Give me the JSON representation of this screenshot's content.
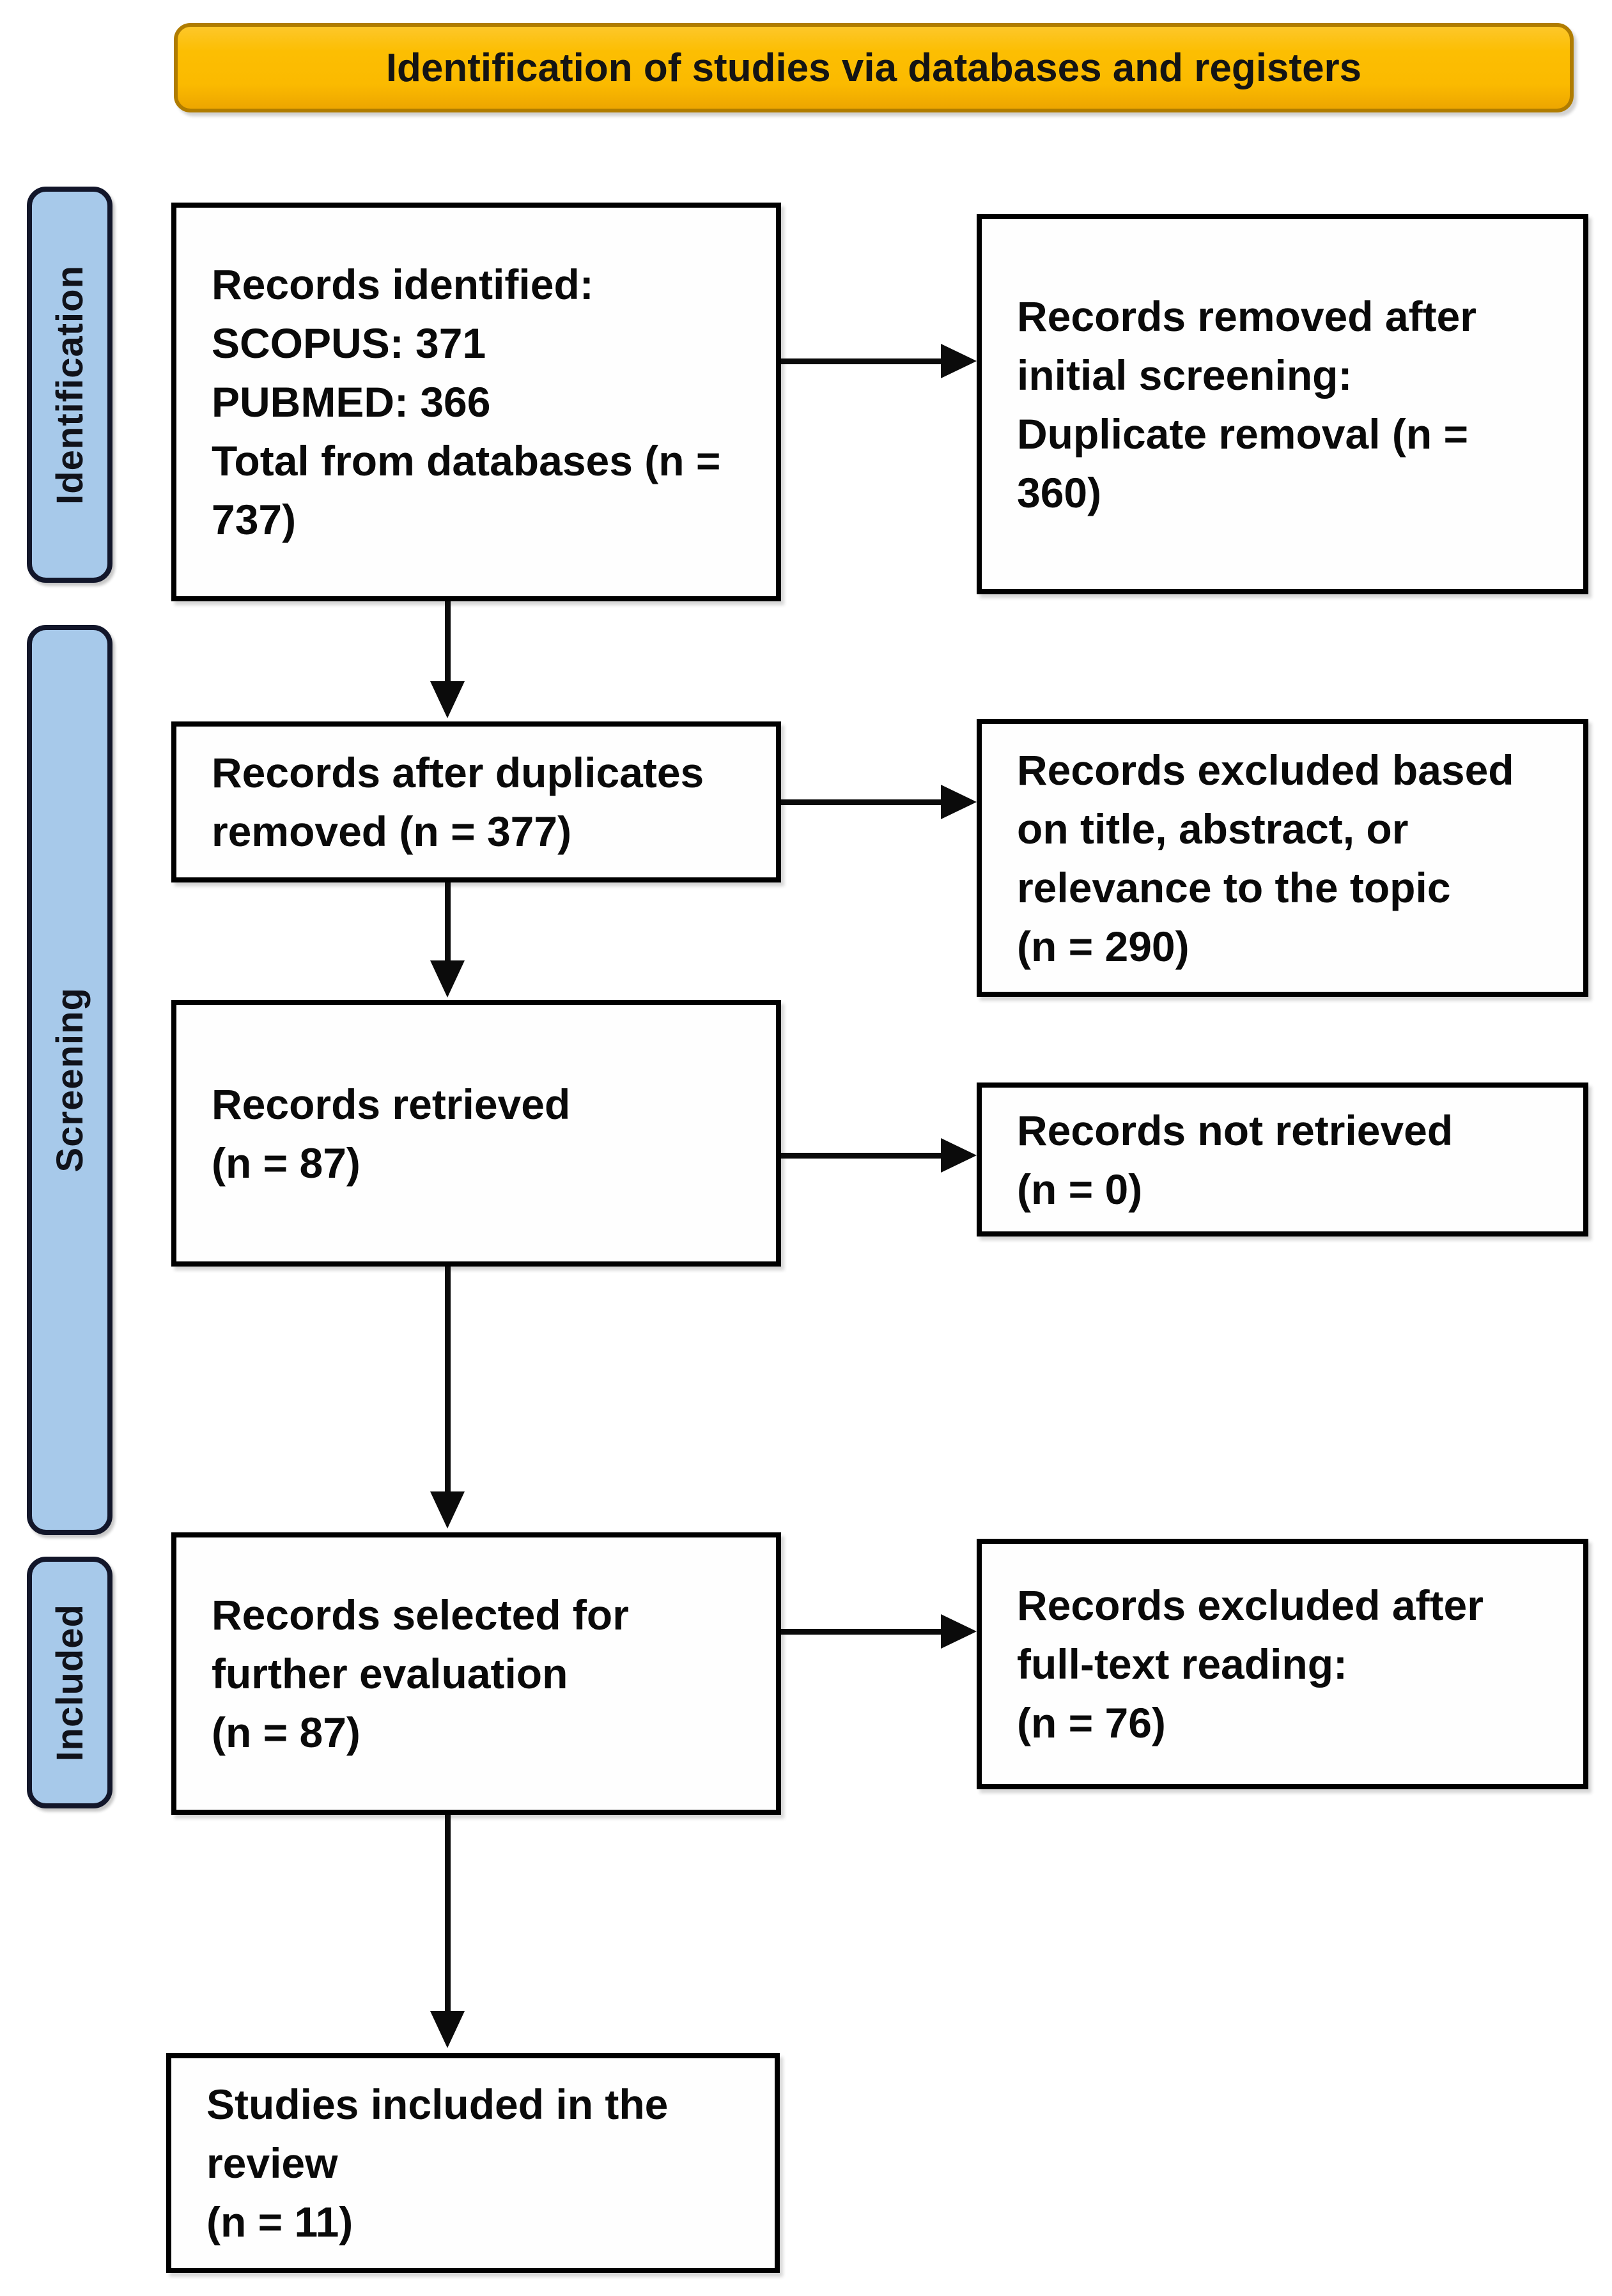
{
  "banner": {
    "label": "Identification of studies via databases and registers"
  },
  "stages": {
    "identification": "Identification",
    "screening": "Screening",
    "included": "Included"
  },
  "boxes": {
    "records_identified": "Records identified:\nSCOPUS: 371\nPUBMED: 366\nTotal from databases (n =\n737)",
    "records_removed": "Records removed after\ninitial screening:\nDuplicate removal (n =\n360)",
    "records_after_duplicates": "Records after duplicates\nremoved (n = 377)",
    "records_excluded_title": "Records excluded based\non title, abstract, or\nrelevance to the topic\n(n = 290)",
    "records_retrieved": "Records retrieved\n(n = 87)",
    "records_not_retrieved": "Records not retrieved\n(n = 0)",
    "records_selected": "Records selected for\nfurther evaluation\n(n = 87)",
    "records_excluded_fulltext": "Records excluded after\nfull-text reading:\n(n = 76)",
    "studies_included": "Studies included in the\nreview\n(n = 11)"
  },
  "colors": {
    "banner_fill": "#FCBE00",
    "banner_border": "#B07C00",
    "stage_fill": "#A7C9EA",
    "stage_border": "#12162A",
    "box_fill": "#FEFEFE",
    "box_border": "#000000",
    "arrow": "#0B0B0B",
    "text": "#0A0A0A"
  }
}
